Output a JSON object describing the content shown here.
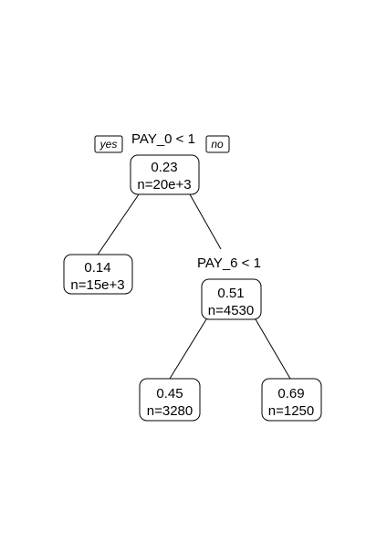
{
  "tree": {
    "root": {
      "value": "0.23",
      "n": "n=20e+3",
      "split": "PAY_0 < 1",
      "yes_label": "yes",
      "no_label": "no"
    },
    "left_leaf": {
      "value": "0.14",
      "n": "n=15e+3"
    },
    "right_node": {
      "value": "0.51",
      "n": "n=4530",
      "split": "PAY_6 < 1"
    },
    "right_left_leaf": {
      "value": "0.45",
      "n": "n=3280"
    },
    "right_right_leaf": {
      "value": "0.69",
      "n": "n=1250"
    }
  }
}
